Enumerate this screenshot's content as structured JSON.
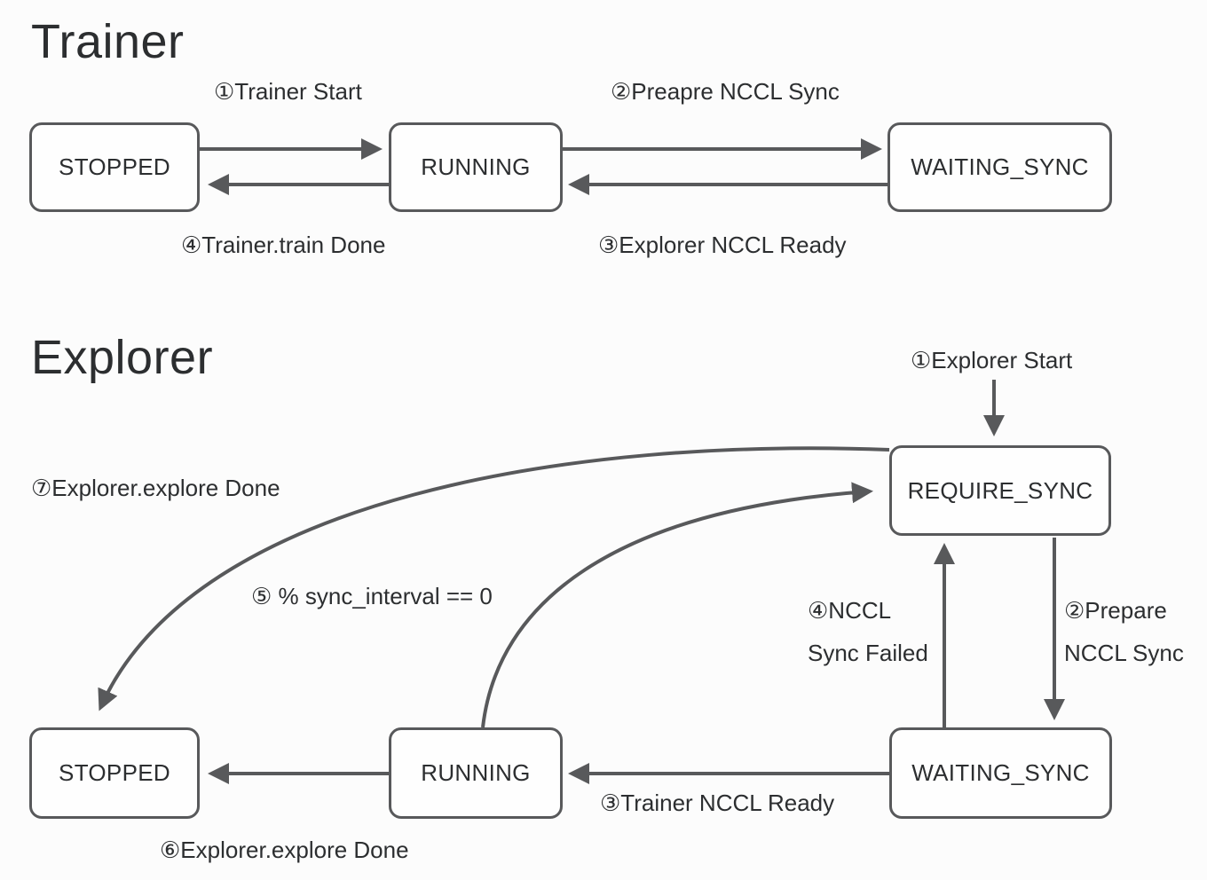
{
  "colors": {
    "background": "#fcfcfc",
    "line": "#58595b",
    "text": "#2c2e30",
    "box_fill": "#fefefe"
  },
  "trainer": {
    "title": "Trainer",
    "states": [
      {
        "id": "stopped",
        "label": "STOPPED"
      },
      {
        "id": "running",
        "label": "RUNNING"
      },
      {
        "id": "waiting_sync",
        "label": "WAITING_SYNC"
      }
    ],
    "transitions": [
      {
        "label": "①Trainer Start",
        "from": "STOPPED",
        "to": "RUNNING"
      },
      {
        "label": "②Preapre NCCL Sync",
        "from": "RUNNING",
        "to": "WAITING_SYNC"
      },
      {
        "label": "③Explorer NCCL Ready",
        "from": "WAITING_SYNC",
        "to": "RUNNING"
      },
      {
        "label": "④Trainer.train Done",
        "from": "RUNNING",
        "to": "STOPPED"
      }
    ]
  },
  "explorer": {
    "title": "Explorer",
    "states": [
      {
        "id": "require_sync",
        "label": "REQUIRE_SYNC"
      },
      {
        "id": "waiting_sync",
        "label": "WAITING_SYNC"
      },
      {
        "id": "running",
        "label": "RUNNING"
      },
      {
        "id": "stopped",
        "label": "STOPPED"
      }
    ],
    "transitions": [
      {
        "label": "①Explorer Start",
        "from": "start",
        "to": "REQUIRE_SYNC"
      },
      {
        "lines": [
          "②Prepare",
          "NCCL Sync"
        ],
        "from": "REQUIRE_SYNC",
        "to": "WAITING_SYNC"
      },
      {
        "label": "③Trainer NCCL Ready",
        "from": "WAITING_SYNC",
        "to": "RUNNING"
      },
      {
        "lines": [
          "④NCCL",
          "Sync Failed"
        ],
        "from": "WAITING_SYNC",
        "to": "REQUIRE_SYNC"
      },
      {
        "label": "⑤ % sync_interval == 0",
        "from": "RUNNING",
        "to": "REQUIRE_SYNC"
      },
      {
        "label": "⑥Explorer.explore Done",
        "from": "RUNNING",
        "to": "STOPPED"
      },
      {
        "label": "⑦Explorer.explore Done",
        "from": "REQUIRE_SYNC",
        "to": "STOPPED"
      }
    ]
  }
}
